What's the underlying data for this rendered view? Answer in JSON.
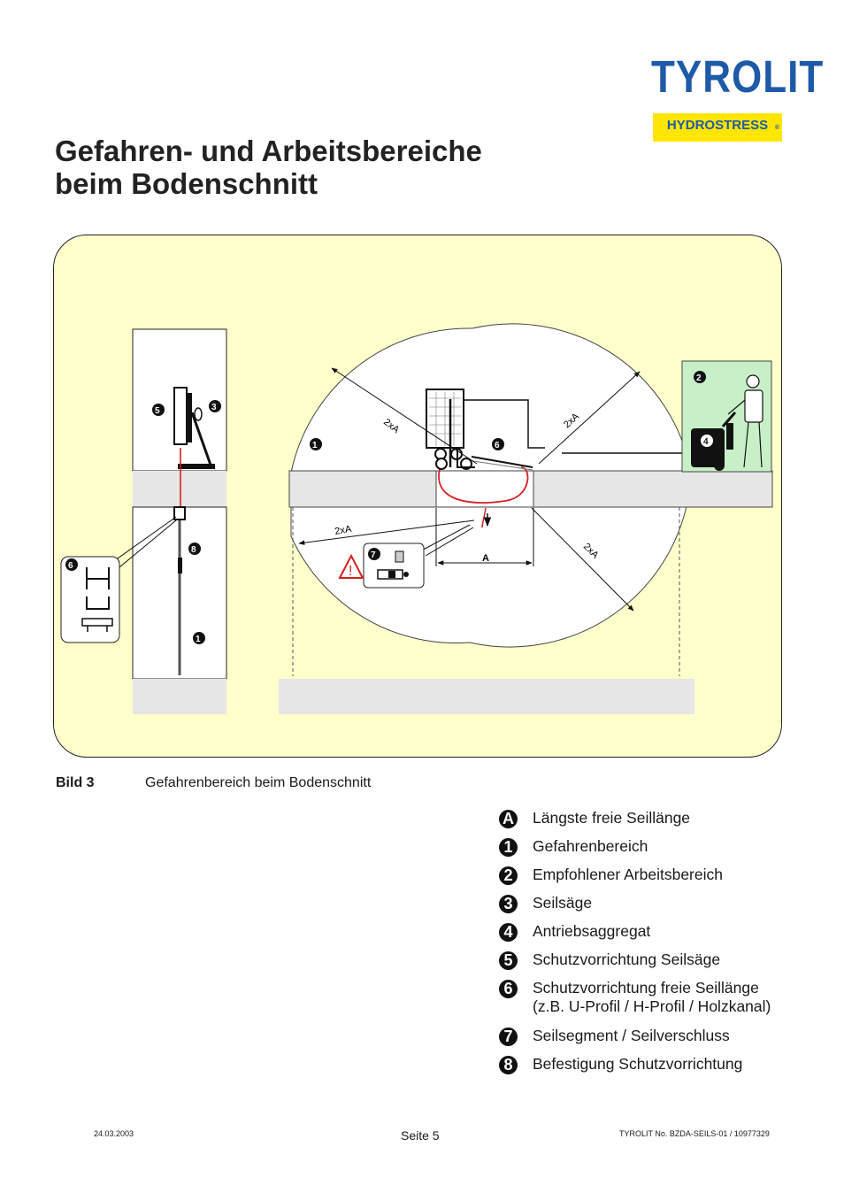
{
  "logo": {
    "brand": "TYROLIT",
    "sub_brand": "HYDROSTRESS",
    "registered": "®"
  },
  "title": {
    "line1": "Gefahren- und Arbeitsbereiche",
    "line2": "beim Bodenschnitt"
  },
  "figure": {
    "dim_label": "2xA",
    "a_label": "A",
    "warning_symbol": "!",
    "callouts": {
      "c1": "1",
      "c2": "2",
      "c3": "3",
      "c4": "4",
      "c5": "5",
      "c6": "6",
      "c7": "7",
      "c8": "8"
    }
  },
  "caption": {
    "label": "Bild 3",
    "text": "Gefahrenbereich beim Bodenschnitt"
  },
  "legend": [
    {
      "key": "A",
      "text": "Längste freie Seillänge"
    },
    {
      "key": "1",
      "text": "Gefahrenbereich"
    },
    {
      "key": "2",
      "text": "Empfohlener Arbeitsbereich"
    },
    {
      "key": "3",
      "text": "Seilsäge"
    },
    {
      "key": "4",
      "text": "Antriebsaggregat"
    },
    {
      "key": "5",
      "text": "Schutzvorrichtung Seilsäge"
    },
    {
      "key": "6",
      "text": "Schutzvorrichtung freie Seillänge",
      "sub": "(z.B. U-Profil / H-Profil / Holzkanal)"
    },
    {
      "key": "7",
      "text": "Seilsegment / Seilverschluss"
    },
    {
      "key": "8",
      "text": "Befestigung Schutzvorrichtung"
    }
  ],
  "footer": {
    "date": "24.03.2003",
    "page": "Seite 5",
    "doc": "TYROLIT No. BZDA-SEILS-01  /  10977329"
  },
  "colors": {
    "brand_blue": "#1e5aa8",
    "brand_yellow": "#ffe600",
    "panel_bg": "#ffffcc",
    "slab": "#e6e6e6",
    "work_area": "#c8f0c8",
    "saw_wire": "#d42020"
  }
}
